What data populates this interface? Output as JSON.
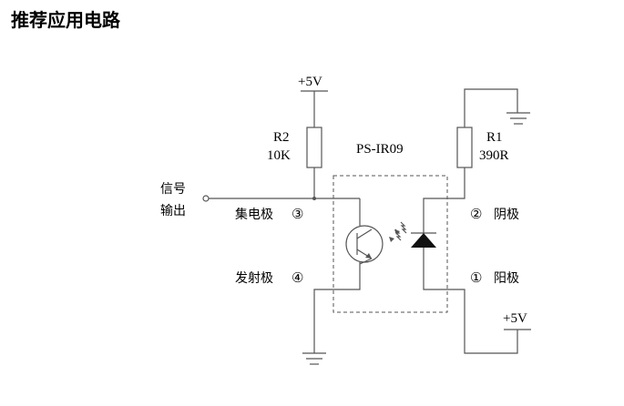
{
  "title": "推荐应用电路",
  "supply_left": "+5V",
  "supply_right": "+5V",
  "r2": {
    "name": "R2",
    "value": "10K"
  },
  "r1": {
    "name": "R1",
    "value": "390R"
  },
  "part_number": "PS-IR09",
  "output_label": {
    "line1": "信号",
    "line2": "输出"
  },
  "pin_labels": {
    "collector": "集电极",
    "collector_num": "③",
    "emitter": "发射极",
    "emitter_num": "④",
    "cathode_num": "②",
    "cathode": "阴极",
    "anode_num": "①",
    "anode": "阳极"
  },
  "colors": {
    "wire": "#555555",
    "ink": "#000000"
  }
}
